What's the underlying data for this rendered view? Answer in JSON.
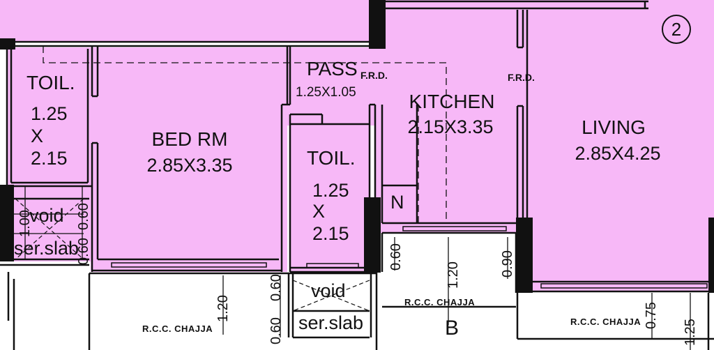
{
  "colors": {
    "room_fill": "#f7b8f7",
    "wall": "#111111",
    "background": "#ffffff"
  },
  "plan": {
    "unit_number": "2",
    "grid_label": "B",
    "rooms": {
      "toilet_left": {
        "name": "TOIL.",
        "dim_a": "1.25",
        "dim_x": "X",
        "dim_b": "2.15"
      },
      "bedroom": {
        "name": "BED RM",
        "dims": "2.85X3.35"
      },
      "passage": {
        "name": "PASS",
        "dims": "1.25X1.05"
      },
      "toilet_mid": {
        "name": "TOIL.",
        "dim_a": "1.25",
        "dim_x": "X",
        "dim_b": "2.15"
      },
      "kitchen": {
        "name": "KITCHEN",
        "dims": "2.15X3.35"
      },
      "living": {
        "name": "LIVING",
        "dims": "2.85X4.25"
      }
    },
    "notes": {
      "frd_pass": "F.R.D.",
      "frd_living": "F.R.D.",
      "niche": "N",
      "void_left": "void",
      "serslab_left": "ser.slab",
      "void_mid": "void",
      "serslab_mid": "ser.slab",
      "chajja_bed": "R.C.C. CHAJJA",
      "chajja_kitchen": "R.C.C. CHAJJA",
      "chajja_living": "R.C.C. CHAJJA"
    },
    "dimensions": {
      "left_100": "1.00",
      "left_060_a": "0.60",
      "left_060_b": "0.60",
      "bed_120": "1.20",
      "mid_060_a": "0.60",
      "mid_060_b": "0.60",
      "kit_060": "0.60",
      "kit_120": "1.20",
      "kit_090": "0.90",
      "liv_075": "0.75",
      "liv_125": "1.25"
    }
  }
}
